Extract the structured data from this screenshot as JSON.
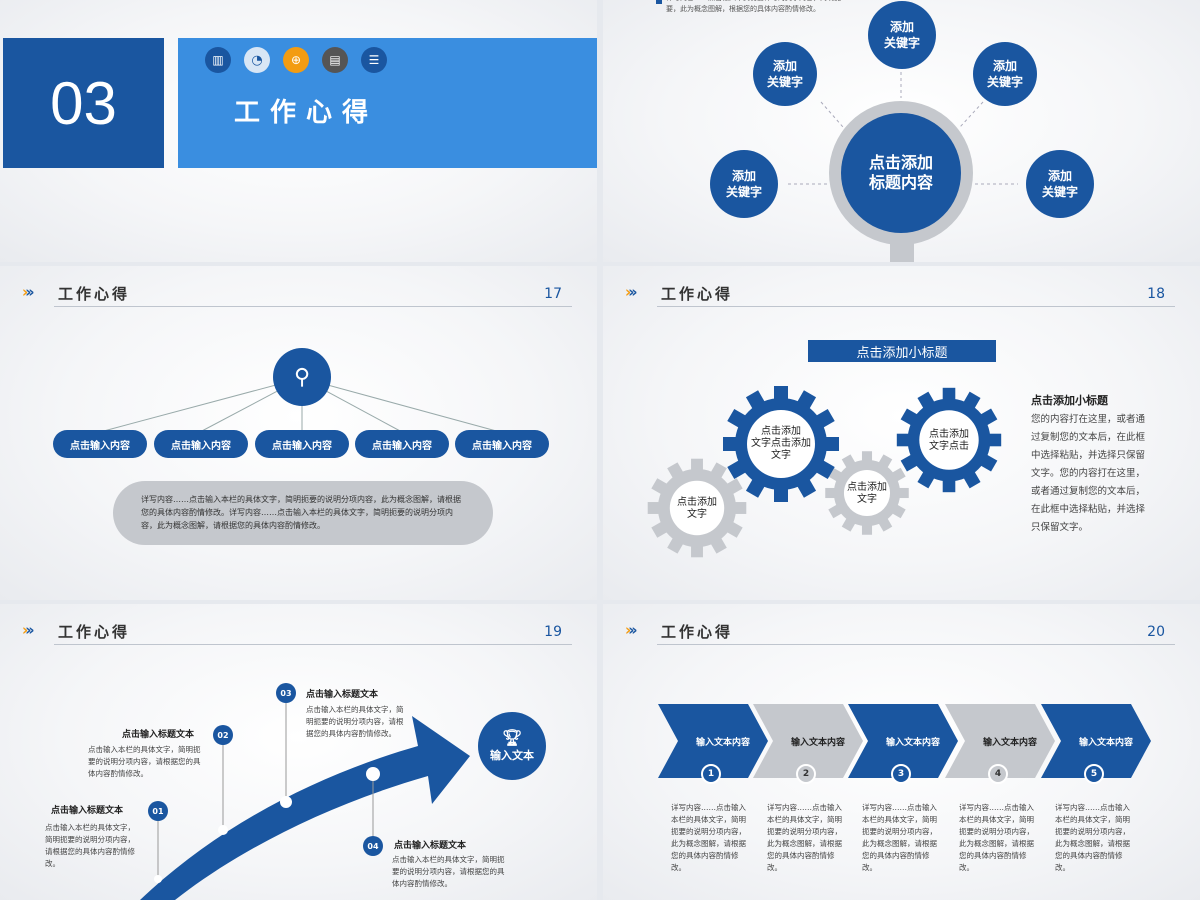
{
  "panel1": {
    "number": "03",
    "title": "工作心得",
    "icons": [
      "bar-chart-icon",
      "pie-chart-icon",
      "zoom-icon",
      "document-icon",
      "notes-icon"
    ]
  },
  "panel2": {
    "top_text": "详写内容……点击输入本页需要详写的文字内容，简明扼要，此为概念图解，根据您的具体内容酌情修改。",
    "center": "点击添加\n标题内容",
    "keywords": [
      "添加\n关键字",
      "添加\n关键字",
      "添加\n关键字",
      "添加\n关键字",
      "添加\n关键字"
    ]
  },
  "panel3": {
    "header": "工作心得",
    "page": "17",
    "pills": [
      "点击输入内容",
      "点击输入内容",
      "点击输入内容",
      "点击输入内容",
      "点击输入内容"
    ],
    "body": "详写内容……点击输入本栏的具体文字，简明扼要的说明分项内容，此为概念图解，请根据您的具体内容酌情修改。详写内容……点击输入本栏的具体文字，简明扼要的说明分项内容，此为概念图解，请根据您的具体内容酌情修改。"
  },
  "panel4": {
    "header": "工作心得",
    "page": "18",
    "banner": "点击添加小标题",
    "gear1": "点击添加\n文字点击添加\n文字",
    "gear2": "点击添加\n文字点击",
    "gear3": "点击添加\n文字",
    "gear4": "点击添加\n文字",
    "side_title": "点击添加小标题",
    "side_text": "您的内容打在这里，或者通过复制您的文本后，在此框中选择粘贴，并选择只保留文字。您的内容打在这里，或者通过复制您的文本后，在此框中选择粘贴，并选择只保留文字。"
  },
  "panel5": {
    "header": "工作心得",
    "page": "19",
    "goal": "输入文本",
    "steps": [
      {
        "num": "01",
        "title": "点击输入标题文本",
        "text": "点击输入本栏的具体文字，简明扼要的说明分项内容，请根据您的具体内容酌情修改。"
      },
      {
        "num": "02",
        "title": "点击输入标题文本",
        "text": "点击输入本栏的具体文字，简明扼要的说明分项内容，请根据您的具体内容酌情修改。"
      },
      {
        "num": "03",
        "title": "点击输入标题文本",
        "text": "点击输入本栏的具体文字，简明扼要的说明分项内容，请根据您的具体内容酌情修改。"
      },
      {
        "num": "04",
        "title": "点击输入标题文本",
        "text": "点击输入本栏的具体文字，简明扼要的说明分项内容，请根据您的具体内容酌情修改。"
      }
    ]
  },
  "panel6": {
    "header": "工作心得",
    "page": "20",
    "arrows": [
      {
        "label": "输入文本内容",
        "num": "1",
        "text": "详写内容……点击输入本栏的具体文字，简明扼要的说明分项内容，此为概念图解，请根据您的具体内容酌情修改。"
      },
      {
        "label": "输入文本内容",
        "num": "2",
        "text": "详写内容……点击输入本栏的具体文字，简明扼要的说明分项内容，此为概念图解，请根据您的具体内容酌情修改。"
      },
      {
        "label": "输入文本内容",
        "num": "3",
        "text": "详写内容……点击输入本栏的具体文字，简明扼要的说明分项内容，此为概念图解，请根据您的具体内容酌情修改。"
      },
      {
        "label": "输入文本内容",
        "num": "4",
        "text": "详写内容……点击输入本栏的具体文字，简明扼要的说明分项内容，此为概念图解，请根据您的具体内容酌情修改。"
      },
      {
        "label": "输入文本内容",
        "num": "5",
        "text": "详写内容……点击输入本栏的具体文字，简明扼要的说明分项内容，此为概念图解，请根据您的具体内容酌情修改。"
      }
    ]
  },
  "colors": {
    "primary": "#1a56a0",
    "light_blue": "#3a8ee0",
    "gray": "#c5c8cd",
    "orange": "#f39c12"
  }
}
